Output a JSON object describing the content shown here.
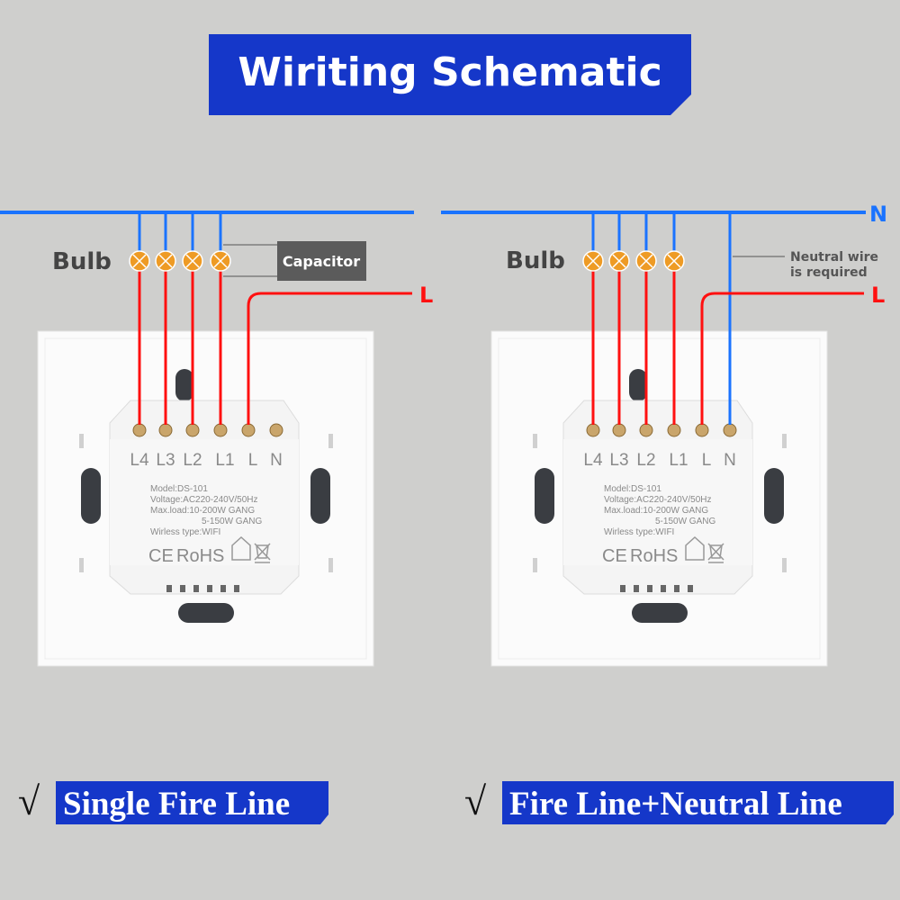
{
  "title": "Wiriting Schematic",
  "left": {
    "bulb_label": "Bulb",
    "capacitor_label": "Capacitor",
    "line_label": "L",
    "caption_check": "√",
    "caption": "Single Fire Line"
  },
  "right": {
    "bulb_label": "Bulb",
    "neutral_label": "N",
    "line_label": "L",
    "neutral_note_1": "Neutral wire",
    "neutral_note_2": "is required",
    "caption_check": "√",
    "caption": "Fire Line+Neutral Line"
  },
  "module": {
    "terminals": [
      "L4",
      "L3",
      "L2",
      "L1",
      "L",
      "N"
    ],
    "model": "Model:DS-101",
    "voltage": "Voltage:AC220-240V/50Hz",
    "maxload": "Max.load:10-200W GANG",
    "maxload2": "5-150W GANG",
    "wireless": "Wirless type:WIFI",
    "ce": "CE",
    "rohs": "RoHS"
  },
  "colors": {
    "banner": "#1537c9",
    "live": "#ff1010",
    "neutral": "#1a73ff",
    "bulb": "#ee9b25",
    "capacitor": "#5b5b5b"
  }
}
